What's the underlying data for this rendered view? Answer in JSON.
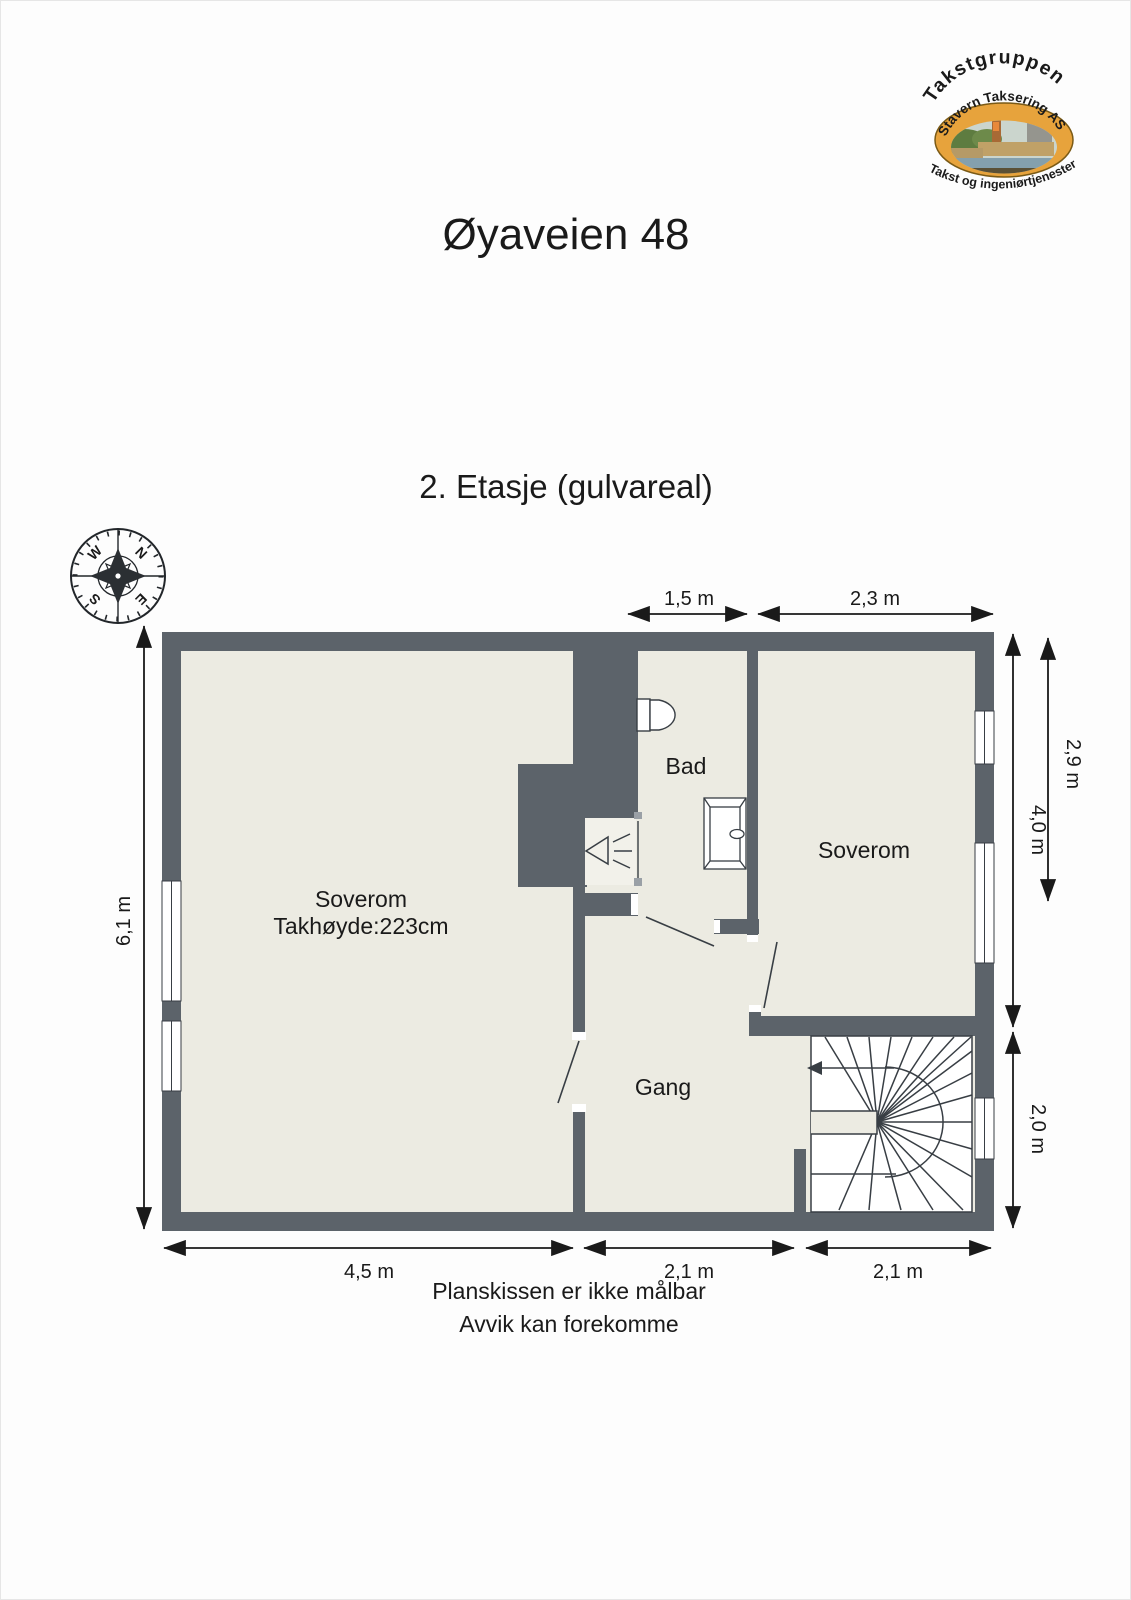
{
  "header": {
    "title": "Øyaveien 48",
    "subtitle": "2. Etasje (gulvareal)"
  },
  "logo": {
    "arc_top": "Takstgruppen",
    "arc_middle": "Stavern Taksering AS",
    "arc_bottom": "Takst og ingeniørtjenester"
  },
  "compass": {
    "n": "N",
    "e": "E",
    "s": "S",
    "w": "W"
  },
  "rooms": {
    "soverom_main": {
      "label": "Soverom",
      "ceiling_note": "Takhøyde:223cm"
    },
    "bad": {
      "label": "Bad"
    },
    "soverom_right": {
      "label": "Soverom"
    },
    "gang": {
      "label": "Gang"
    }
  },
  "dimensions": {
    "top": [
      "1,5 m",
      "2,3 m"
    ],
    "left": [
      "6,1 m"
    ],
    "right": [
      "2,9 m",
      "4,0 m",
      "2,0 m"
    ],
    "bottom": [
      "4,5 m",
      "2,1 m",
      "2,1 m"
    ]
  },
  "footer": {
    "line1": "Planskissen er ikke målbar",
    "line2": "Avvik kan forekomme"
  },
  "colors": {
    "wall": "#5c636a",
    "floor": "#ecebe2",
    "stair_fill": "#ffffff",
    "line": "#383e44",
    "logo_gold": "#e7a33c",
    "logo_red": "#8c1f1f"
  }
}
